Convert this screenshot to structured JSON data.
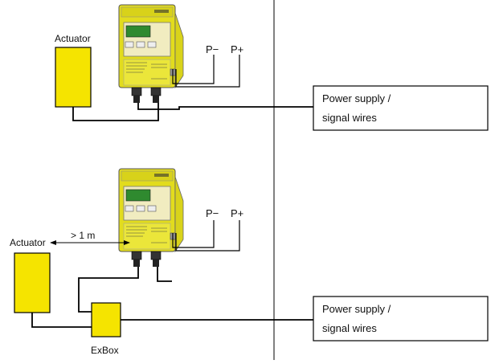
{
  "top": {
    "actuator_label": "Actuator",
    "p_minus": "P−",
    "p_plus": "P+",
    "box_line1": "Power supply /",
    "box_line2": "signal wires"
  },
  "bottom": {
    "actuator_label": "Actuator",
    "distance_label": "> 1 m",
    "p_minus": "P−",
    "p_plus": "P+",
    "exbox_label": "ExBox",
    "box_line1": "Power supply /",
    "box_line2": "signal wires"
  },
  "colors": {
    "yellow": "#f5e400",
    "device_body": "#e2dc1e",
    "lcd": "#2f8a2f",
    "line": "#000000"
  }
}
